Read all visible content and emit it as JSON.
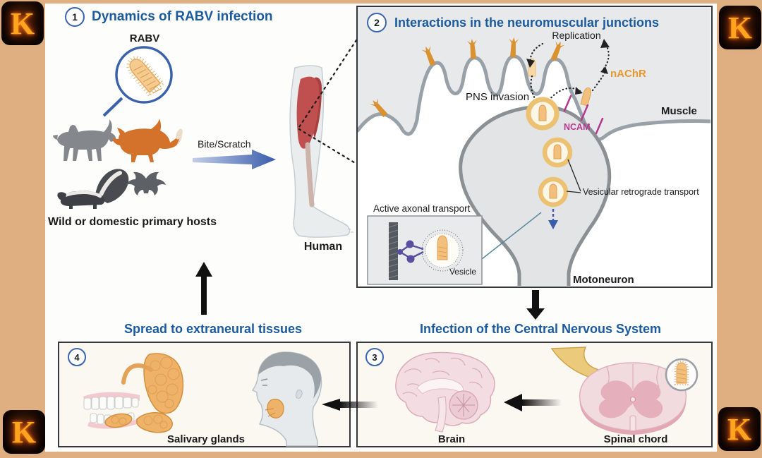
{
  "frame": {
    "watermark_letter": "K"
  },
  "colors": {
    "frame_tan": "#dfaf82",
    "title_blue": "#1b5a9e",
    "nachr_orange": "#e8962e",
    "ncam_magenta": "#b5368d",
    "bite_arrow_blue": "#3a5dab",
    "muscle_gray": "#e8e9eb",
    "vesicle_yellow": "#ecc171"
  },
  "panel1": {
    "number": "1",
    "title": "Dynamics of RABV infection",
    "virus_label": "RABV",
    "bite_label": "Bite/Scratch",
    "hosts_label": "Wild or domestic primary hosts",
    "human_label": "Human",
    "animal_icons": [
      "dog",
      "fox",
      "skunk",
      "bat"
    ]
  },
  "panel2": {
    "number": "2",
    "title": "Interactions in the neuromuscular junctions",
    "replication_label": "Replication",
    "nachr_label": "nAChR",
    "pns_label": "PNS invasion",
    "muscle_label": "Muscle",
    "ncam_label": "NCAM",
    "vesicular_label": "Vesicular retrograde transport",
    "axonal_label": "Active axonal transport",
    "vesicle_label": "Vesicle",
    "motoneuron_label": "Motoneuron"
  },
  "panel3": {
    "number": "3",
    "title": "Infection of the Central Nervous System",
    "brain_label": "Brain",
    "spinal_label": "Spinal chord"
  },
  "panel4": {
    "number": "4",
    "title": "Spread to extraneural tissues",
    "salivary_label": "Salivary glands"
  }
}
